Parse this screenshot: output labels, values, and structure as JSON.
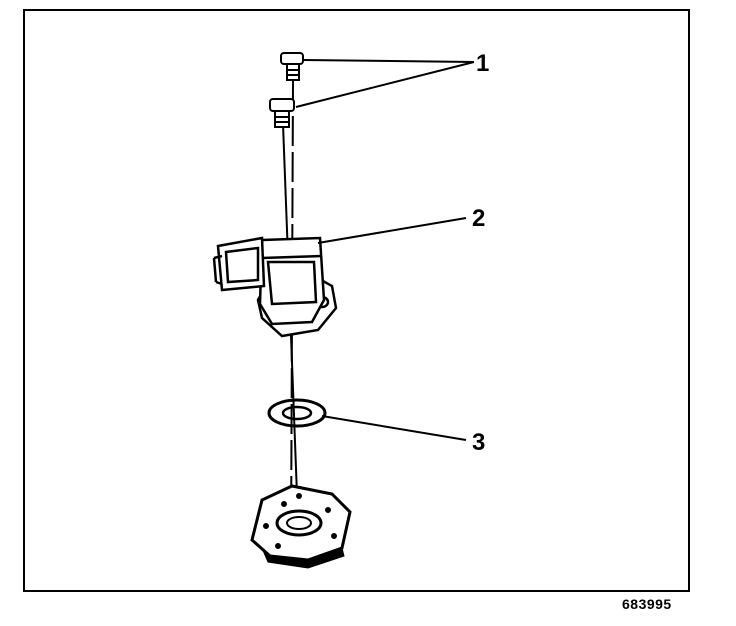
{
  "diagram": {
    "figure_id": "683995",
    "callouts": [
      {
        "id": "1",
        "label": "1"
      },
      {
        "id": "2",
        "label": "2"
      },
      {
        "id": "3",
        "label": "3"
      }
    ],
    "colors": {
      "ink": "#000000",
      "paper": "#ffffff"
    }
  }
}
